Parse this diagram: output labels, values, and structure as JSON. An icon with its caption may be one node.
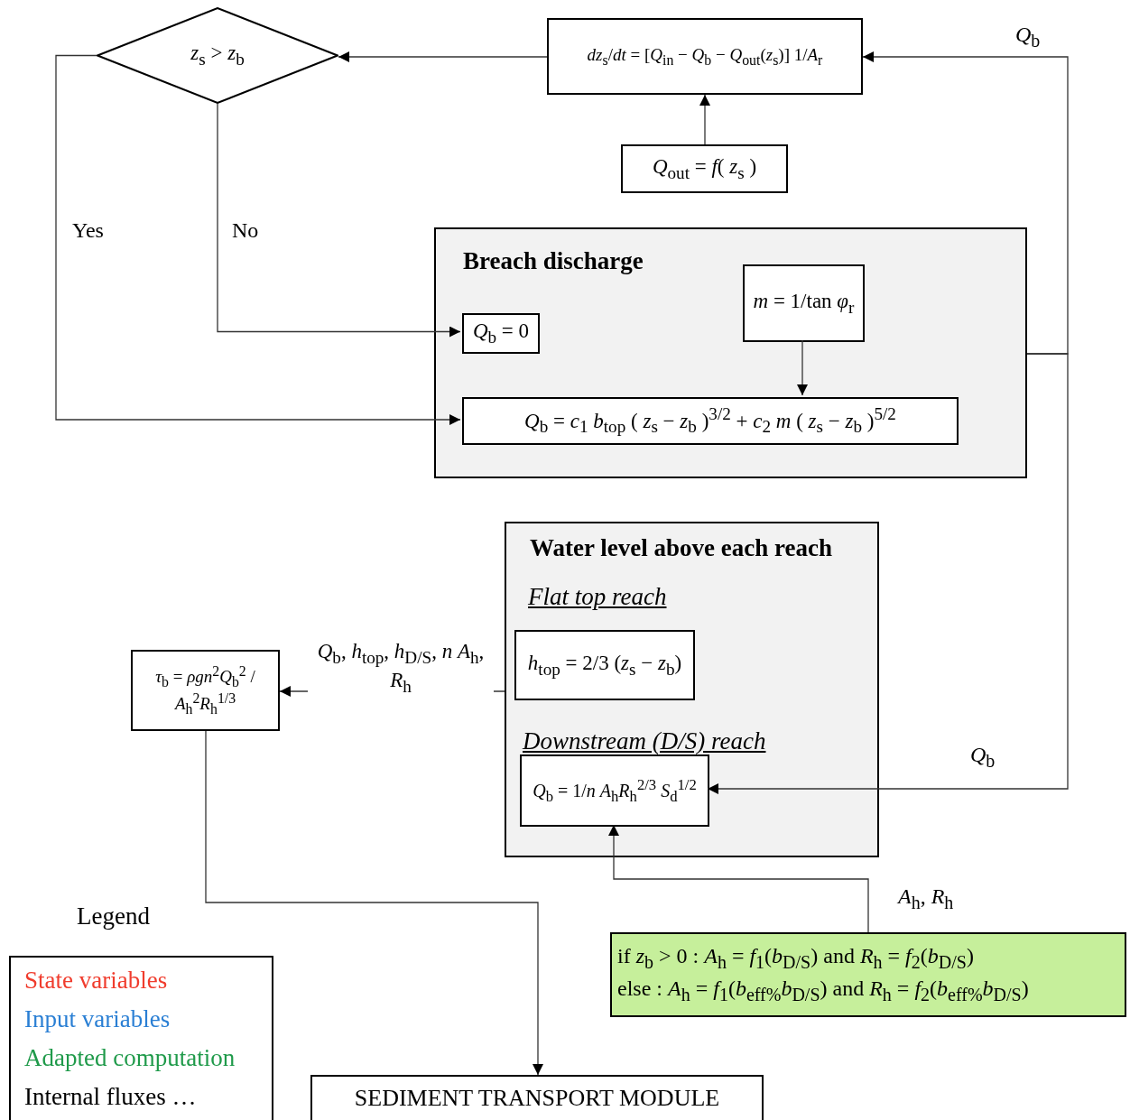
{
  "diagram": {
    "nodes": [
      {
        "text": [
          "*z*$_{s}$ > *z*$_{b}$"
        ]
      },
      {
        "text": [
          "*dz*$_{s}$/*dt* = [*Q*$_{in}$ − *Q*$_{b}$ − *Q*$_{out}$(*z*$_{s}$)] 1/*A*$_{r}$"
        ]
      },
      {
        "text": [
          "*Q*$_{out}$ = *f*( *z*$_{s}$ )"
        ]
      },
      {
        "text": [
          "Breach discharge"
        ]
      },
      {
        "text": [
          "*Q*$_{b}$ = 0"
        ],
        "in": 3
      },
      {
        "text": [
          "*m* = 1/tan *φ*$_{r}$"
        ],
        "in": 3
      },
      {
        "text": [
          "*Q*$_{b}$ = *c*$_{1}$ *b*$_{top}$ ( *z*$_{s}$ − *z*$_{b}$ )$^{3/2}$ + *c*$_{2}$ *m* ( *z*$_{s}$ − *z*$_{b}$ )$^{5/2}$"
        ],
        "in": 3
      },
      {
        "text": [
          "Water level above each reach",
          "Flat top reach",
          "Downstream (D/S) reach"
        ]
      },
      {
        "text": [
          "*h*$_{top}$ = 2/3 (*z*$_{s}$ − *z*$_{b}$)"
        ],
        "in": 7
      },
      {
        "text": [
          "*Q*$_{b}$ = 1/*n* *A*$_{h}$*R*$_{h}$$^{2/3}$ *S*$_{d}$$^{1/2}$"
        ],
        "in": 7
      },
      {
        "text": [
          "*τ*$_{b}$ = *ρgn*$^{2}$*Q*$_{b}$$^{2}$ / *A*$_{h}$$^{2}$*R*$_{h}$$^{1/3}$"
        ]
      },
      {
        "text": [
          "if *z*$_{b}$ > 0 : *A*$_{h}$ = *f*$_{1}$(*b*$_{D/S}$) and *R*$_{h}$ = *f*$_{2}$(*b*$_{D/S}$)",
          "else : *A*$_{h}$ = *f*$_{1}$(*b*$_{eff%}$*b*$_{D/S}$) and *R*$_{h}$ = *f*$_{2}$(*b*$_{eff%}$*b*$_{D/S}$)"
        ]
      },
      {
        "text": [
          "SEDIMENT TRANSPORT MODULE"
        ]
      }
    ],
    "edges": [
      {
        "from": 1,
        "to": 0,
        "arrow": "to"
      },
      {
        "from": 2,
        "to": 1,
        "arrow": "to"
      },
      {
        "from": 0,
        "to": 4,
        "arrow": "to",
        "label": "No"
      },
      {
        "from": 0,
        "to": 6,
        "arrow": "to",
        "label": "Yes"
      },
      {
        "from": 5,
        "to": 6,
        "arrow": "to"
      },
      {
        "from": 3,
        "to": 1,
        "arrow": "to",
        "label": "*Q*$_{b}$"
      },
      {
        "from": 3,
        "to": 9,
        "arrow": "to",
        "label": "*Q*$_{b}$"
      },
      {
        "from": 7,
        "to": 10,
        "arrow": "to",
        "label": "*Q*$_{b}$, *h*$_{top}$, *h*$_{D/S}$, *n* *A*$_{h}$, *R*$_{h}$"
      },
      {
        "from": 11,
        "to": 9,
        "arrow": "to",
        "label": "*A*$_{h}$, *R*$_{h}$"
      },
      {
        "from": 10,
        "to": 12,
        "arrow": "to"
      }
    ],
    "labels": [
      "Legend"
    ],
    "legend": [
      {
        "text": "State variables",
        "color": "#f03c2d"
      },
      {
        "text": "Input variables",
        "color": "#2a7fd4"
      },
      {
        "text": "Adapted computation",
        "color": "#1f9a4a"
      },
      {
        "text": "Internal fluxes …",
        "color": "#000000"
      }
    ]
  }
}
